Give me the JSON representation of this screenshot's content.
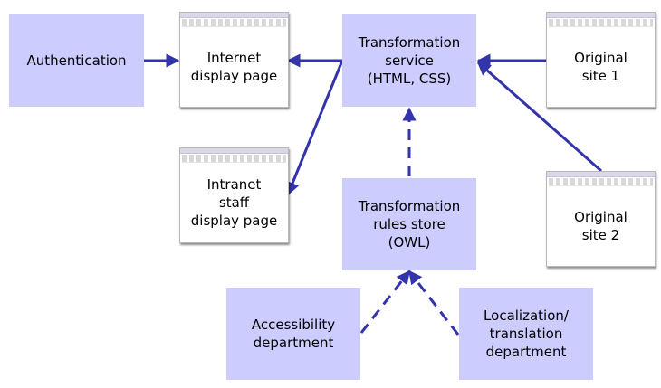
{
  "colors": {
    "box_fill": "#ccccff",
    "arrow": "#3333aa"
  },
  "nodes": {
    "authentication": "Authentication",
    "internet_display": "Internet\ndisplay page",
    "transformation_service": "Transformation\nservice\n(HTML, CSS)",
    "original_site_1": "Original\nsite 1",
    "intranet_display": "Intranet\nstaff\ndisplay page",
    "rules_store": "Transformation\nrules store\n(OWL)",
    "original_site_2": "Original\nsite 2",
    "accessibility": "Accessibility\ndepartment",
    "localization": "Localization/\ntranslation\ndepartment"
  }
}
